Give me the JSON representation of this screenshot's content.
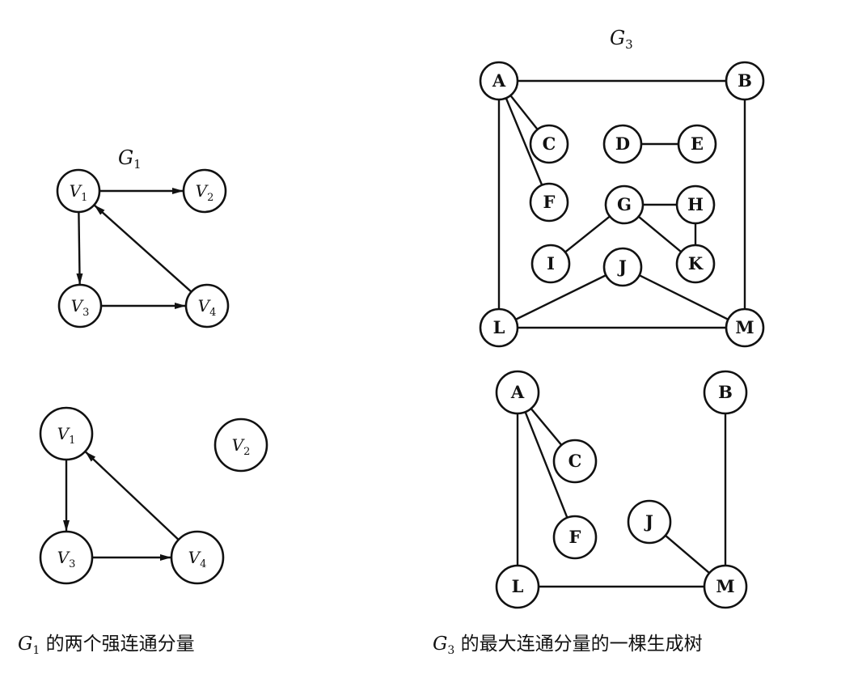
{
  "colors": {
    "stroke": "#111111",
    "background": "#ffffff"
  },
  "g1": {
    "title_letter": "G",
    "title_sub": "1",
    "nodes": [
      {
        "id": "V1",
        "letter": "V",
        "sub": "1"
      },
      {
        "id": "V2",
        "letter": "V",
        "sub": "2"
      },
      {
        "id": "V3",
        "letter": "V",
        "sub": "3"
      },
      {
        "id": "V4",
        "letter": "V",
        "sub": "4"
      }
    ],
    "edges": [
      {
        "from": "V1",
        "to": "V2",
        "directed": true
      },
      {
        "from": "V1",
        "to": "V3",
        "directed": true
      },
      {
        "from": "V3",
        "to": "V4",
        "directed": true
      },
      {
        "from": "V4",
        "to": "V1",
        "directed": true
      }
    ]
  },
  "g1_components": {
    "caption_letter": "G",
    "caption_sub": "1",
    "caption_text": " 的两个强连通分量",
    "nodes": [
      {
        "id": "V1",
        "letter": "V",
        "sub": "1"
      },
      {
        "id": "V2",
        "letter": "V",
        "sub": "2"
      },
      {
        "id": "V3",
        "letter": "V",
        "sub": "3"
      },
      {
        "id": "V4",
        "letter": "V",
        "sub": "4"
      }
    ],
    "edges": [
      {
        "from": "V1",
        "to": "V3",
        "directed": true
      },
      {
        "from": "V3",
        "to": "V4",
        "directed": true
      },
      {
        "from": "V4",
        "to": "V1",
        "directed": true
      }
    ]
  },
  "g3": {
    "title_letter": "G",
    "title_sub": "3",
    "nodes": [
      {
        "id": "A",
        "label": "A"
      },
      {
        "id": "B",
        "label": "B"
      },
      {
        "id": "C",
        "label": "C"
      },
      {
        "id": "D",
        "label": "D"
      },
      {
        "id": "E",
        "label": "E"
      },
      {
        "id": "F",
        "label": "F"
      },
      {
        "id": "G",
        "label": "G"
      },
      {
        "id": "H",
        "label": "H"
      },
      {
        "id": "I",
        "label": "I"
      },
      {
        "id": "J",
        "label": "J"
      },
      {
        "id": "K",
        "label": "K"
      },
      {
        "id": "L",
        "label": "L"
      },
      {
        "id": "M",
        "label": "M"
      }
    ],
    "edges": [
      {
        "from": "A",
        "to": "B"
      },
      {
        "from": "A",
        "to": "C"
      },
      {
        "from": "A",
        "to": "F"
      },
      {
        "from": "A",
        "to": "L"
      },
      {
        "from": "B",
        "to": "M"
      },
      {
        "from": "D",
        "to": "E"
      },
      {
        "from": "G",
        "to": "H"
      },
      {
        "from": "G",
        "to": "I"
      },
      {
        "from": "G",
        "to": "K"
      },
      {
        "from": "H",
        "to": "K"
      },
      {
        "from": "J",
        "to": "L"
      },
      {
        "from": "J",
        "to": "M"
      },
      {
        "from": "L",
        "to": "M"
      }
    ]
  },
  "g3_tree": {
    "caption_letter": "G",
    "caption_sub": "3",
    "caption_text": " 的最大连通分量的一棵生成树",
    "nodes": [
      {
        "id": "A",
        "label": "A"
      },
      {
        "id": "B",
        "label": "B"
      },
      {
        "id": "C",
        "label": "C"
      },
      {
        "id": "F",
        "label": "F"
      },
      {
        "id": "J",
        "label": "J"
      },
      {
        "id": "L",
        "label": "L"
      },
      {
        "id": "M",
        "label": "M"
      }
    ],
    "edges": [
      {
        "from": "A",
        "to": "C"
      },
      {
        "from": "A",
        "to": "F"
      },
      {
        "from": "A",
        "to": "L"
      },
      {
        "from": "L",
        "to": "M"
      },
      {
        "from": "B",
        "to": "M"
      },
      {
        "from": "J",
        "to": "M"
      }
    ]
  }
}
